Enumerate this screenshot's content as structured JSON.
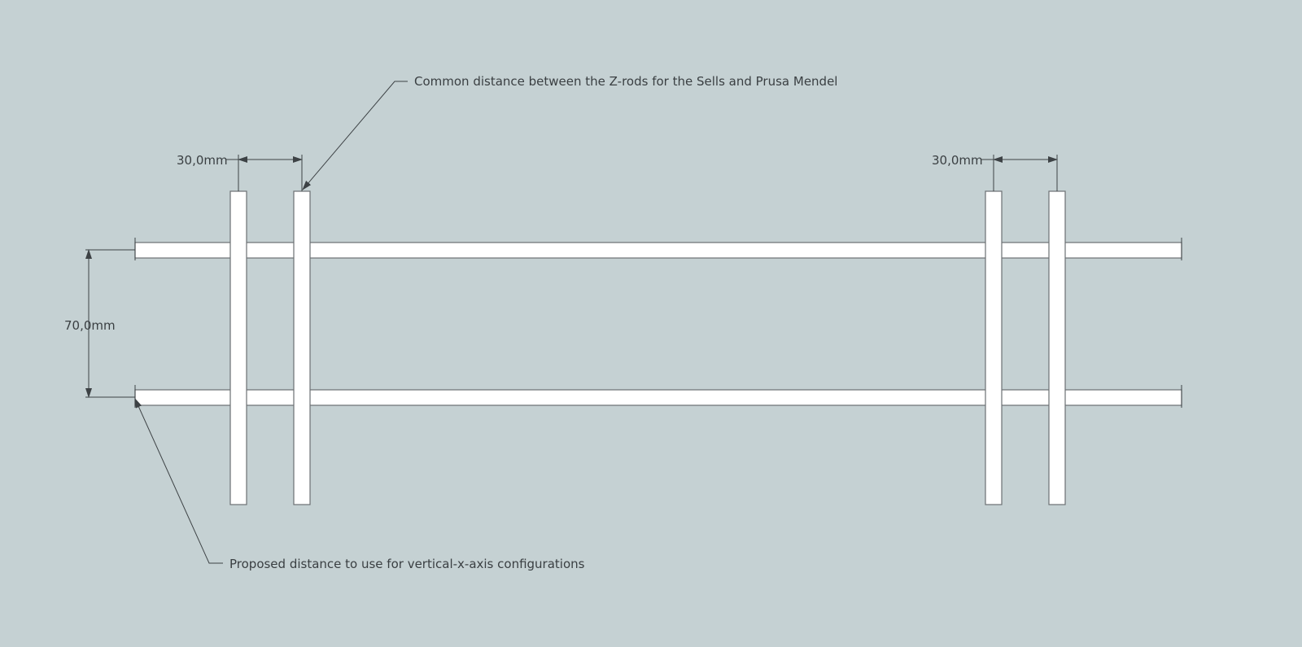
{
  "background_color": "#c5d1d3",
  "rod_color": "#ffffff",
  "line_color": "#3d4245",
  "dimensions": {
    "left_spacing": "30,0mm",
    "right_spacing": "30,0mm",
    "vertical_spacing": "70,0mm"
  },
  "annotations": {
    "z_rods": "Common distance between the Z-rods for the Sells and Prusa Mendel",
    "x_axis": "Proposed distance to use for vertical-x-axis configurations"
  }
}
